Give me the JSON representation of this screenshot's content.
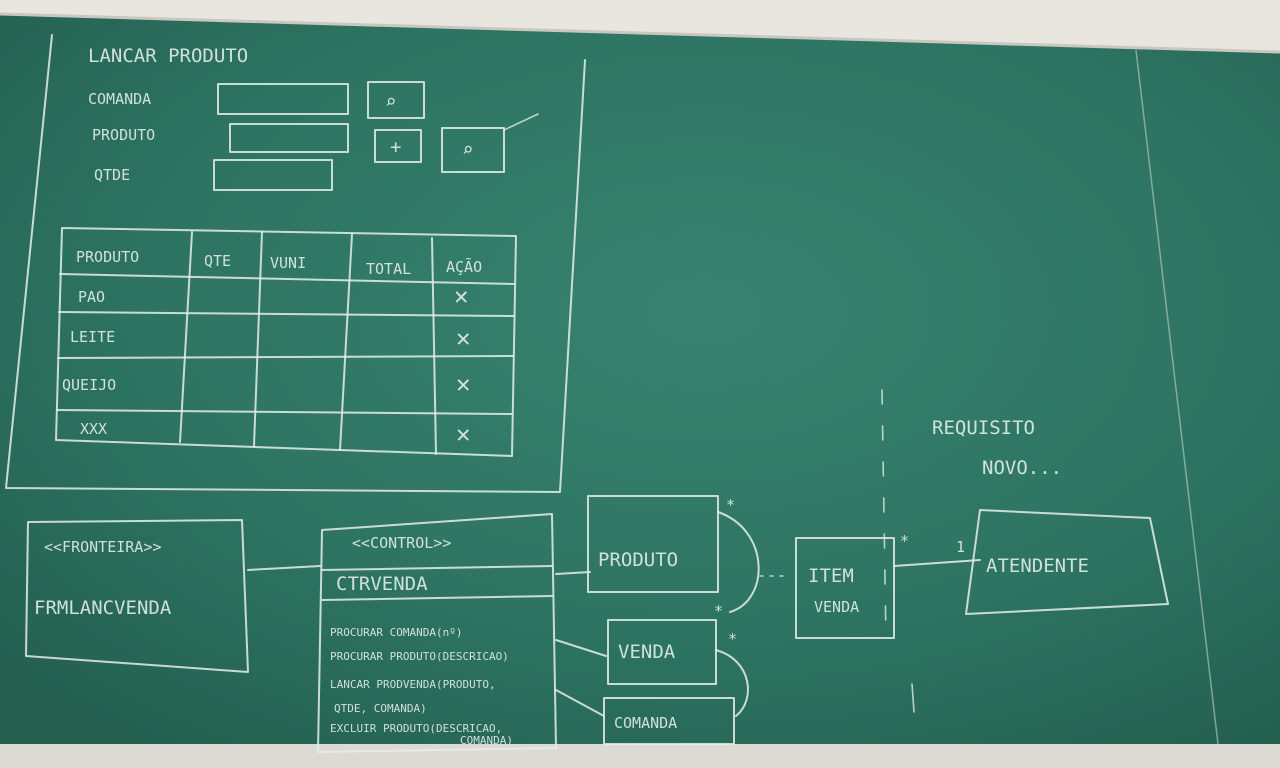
{
  "colors": {
    "board": "#2f7764",
    "chalk": "#e4efe9",
    "frame": "#eceae4"
  },
  "form": {
    "title": "LANCAR PRODUTO",
    "fields": [
      {
        "label": "COMANDA"
      },
      {
        "label": "PRODUTO"
      },
      {
        "label": "QTDE"
      }
    ],
    "buttons": {
      "search1": "⌕",
      "add": "+",
      "search2": "⌕"
    }
  },
  "table": {
    "headers": [
      "PRODUTO",
      "QTE",
      "VUNI",
      "TOTAL",
      "AÇÃO"
    ],
    "rows": [
      {
        "produto": "PAO",
        "acao": "✕"
      },
      {
        "produto": "LEITE",
        "acao": "✕"
      },
      {
        "produto": "QUEIJO",
        "acao": "✕"
      },
      {
        "produto": "XXX",
        "acao": "✕"
      }
    ]
  },
  "uml": {
    "boundary": {
      "stereotype": "<<FRONTEIRA>>",
      "name": "FRMLANCVENDA"
    },
    "control": {
      "stereotype": "<<CONTROL>>",
      "name": "CTRVENDA",
      "methods": [
        "PROCURAR COMANDA(nº)",
        "PROCURAR PRODUTO(DESCRICAO)",
        "LANCAR PRODVENDA(PRODUTO,",
        "QTDE, COMANDA)",
        "EXCLUIR PRODUTO(DESCRICAO,",
        "COMANDA)"
      ]
    },
    "entities": {
      "produto": "PRODUTO",
      "venda": "VENDA",
      "comanda": "COMANDA",
      "item_venda_1": "ITEM",
      "item_venda_2": "VENDA",
      "atendente": "ATENDENTE"
    },
    "multiplicity": {
      "star": "*",
      "one": "1"
    }
  },
  "note": {
    "line1": "REQUISITO",
    "line2": "NOVO..."
  }
}
